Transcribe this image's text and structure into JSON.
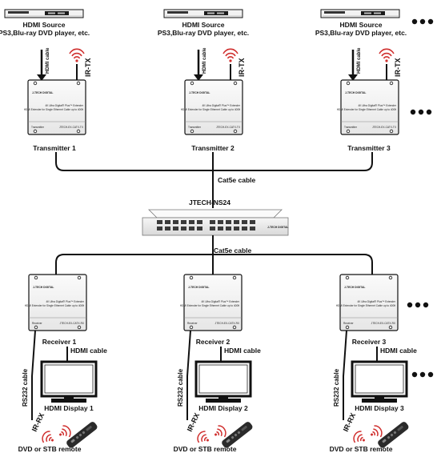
{
  "sources": [
    {
      "label_line1": "HDMI Source",
      "label_line2": "PS3,Blu-ray DVD player, etc.",
      "hdmi_cable_label": "HDMI cable",
      "irtx_label": "IR-TX"
    },
    {
      "label_line1": "HDMI Source",
      "label_line2": "PS3,Blu-ray DVD player, etc.",
      "hdmi_cable_label": "HDMI cable",
      "irtx_label": "IR-TX"
    },
    {
      "label_line1": "HDMI Source",
      "label_line2": "PS3,Blu-ray DVD player, etc.",
      "hdmi_cable_label": "HDMI cable",
      "irtx_label": "IR-TX"
    }
  ],
  "transmitters": [
    {
      "label": "Transmitter 1",
      "brand": "J-TECH DIGITAL",
      "line1": "4K Ultra Digital® Plus™ Extender",
      "line2": "HDMI Extender for Single Ethernet Cable up to 400ft",
      "footer_left": "Transmitter",
      "footer_right": "JTECH-EX-CATX-TX"
    },
    {
      "label": "Transmitter 2",
      "brand": "J-TECH DIGITAL",
      "line1": "4K Ultra Digital® Plus™ Extender",
      "line2": "HDMI Extender for Single Ethernet Cable up to 400ft",
      "footer_left": "Transmitter",
      "footer_right": "JTECH-EX-CATX-TX"
    },
    {
      "label": "Transmitter 3",
      "brand": "J-TECH DIGITAL",
      "line1": "4K Ultra Digital® Plus™ Extender",
      "line2": "HDMI Extender for Single Ethernet Cable up to 400ft",
      "footer_left": "Transmitter",
      "footer_right": "JTECH-EX-CATX-TX"
    }
  ],
  "network": {
    "top_cable_label": "Cat5e cable",
    "switch_label": "JTECH-NS24",
    "switch_brand": "J-TECH DIGITAL",
    "bottom_cable_label": "Cat5e cable"
  },
  "receivers": [
    {
      "label": "Receiver 1",
      "brand": "J-TECH DIGITAL",
      "line1": "4K Ultra Digital® Plus™ Extender",
      "line2": "HDMI Extender for Single Ethernet Cable up to 400ft",
      "footer_left": "Receiver",
      "footer_right": "JTECH-EX-CATX-RX",
      "hdmi_cable_label": "HDMI cable",
      "rs232_label": "RS232 cable",
      "irrx_label": "IR-RX",
      "display_label": "HDMI Display 1",
      "remote_label": "DVD or STB remote"
    },
    {
      "label": "Receiver 2",
      "brand": "J-TECH DIGITAL",
      "line1": "4K Ultra Digital® Plus™ Extender",
      "line2": "HDMI Extender for Single Ethernet Cable up to 400ft",
      "footer_left": "Receiver",
      "footer_right": "JTECH-EX-CATX-RX",
      "hdmi_cable_label": "HDMI cable",
      "rs232_label": "RS232 cable",
      "irrx_label": "IR-RX",
      "display_label": "HDMI Display 2",
      "remote_label": "DVD or STB remote"
    },
    {
      "label": "Receiver 3",
      "brand": "J-TECH DIGITAL",
      "line1": "4K Ultra Digital® Plus™ Extender",
      "line2": "HDMI Extender for Single Ethernet Cable up to 400ft",
      "footer_left": "Receiver",
      "footer_right": "JTECH-EX-CATX-RX",
      "hdmi_cable_label": "HDMI cable",
      "rs232_label": "RS232 cable",
      "irrx_label": "IR-RX",
      "display_label": "HDMI Display 3",
      "remote_label": "DVD or STB remote"
    }
  ],
  "colors": {
    "ir_signal": "#d0302f",
    "device_fill": "#f4f4f4",
    "line": "#111111"
  },
  "icons": [
    "blu-ray-player-icon",
    "ir-signal-icon",
    "extender-box-icon",
    "network-switch-icon",
    "monitor-icon",
    "remote-control-icon",
    "more-dots-icon"
  ]
}
